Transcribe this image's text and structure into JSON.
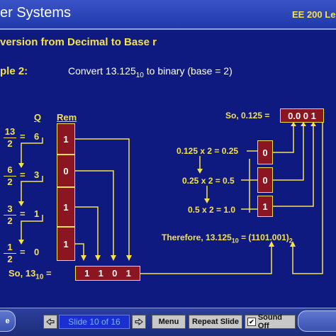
{
  "header": {
    "title": "er Systems",
    "course": "EE 200 Le"
  },
  "slide": {
    "heading": "version from Decimal to Base r",
    "example_label": "ple 2:",
    "prompt_pre": "Convert 13.125",
    "prompt_sub": "10",
    "prompt_post": " to binary (base = 2)"
  },
  "integer_part": {
    "q_header": "Q",
    "rem_header": "Rem",
    "steps": [
      {
        "num": "13",
        "den": "2",
        "q": "6",
        "rem": "1"
      },
      {
        "num": "6",
        "den": "2",
        "q": "3",
        "rem": "0"
      },
      {
        "num": "3",
        "den": "2",
        "q": "1",
        "rem": "1"
      },
      {
        "num": "1",
        "den": "2",
        "q": "0",
        "rem": "1"
      }
    ],
    "eq": "=",
    "result_label_pre": "So, 13",
    "result_label_sub": "10",
    "result_label_post": " =",
    "result_digits": [
      "1",
      "1",
      "0",
      "1"
    ]
  },
  "fraction_part": {
    "so_label": "So, 0.125 =",
    "result_text": "0.0  0  1",
    "steps": [
      {
        "expr": "0.125 x 2 = 0.25",
        "bit": "0"
      },
      {
        "expr": "0.25 x 2 = 0.5",
        "bit": "0"
      },
      {
        "expr": "0.5 x 2 = 1.0",
        "bit": "1"
      }
    ]
  },
  "therefore": {
    "pre": "Therefore, 13.125",
    "sub": "10",
    "mid": " = (1101.001)",
    "sub2": "2"
  },
  "toolbar": {
    "left_pill": "e",
    "prev_icon": "left-arrow-icon",
    "slide_indicator": "Slide 10 of 16",
    "next_icon": "right-arrow-icon",
    "menu": "Menu",
    "repeat": "Repeat Slide",
    "sound_check": "✔",
    "sound": "Sound Off"
  },
  "colors": {
    "background": "#0e1a80",
    "accent_yellow": "#f5e24a",
    "box_red": "#8b1520",
    "title_bar": "#2a40b0"
  }
}
